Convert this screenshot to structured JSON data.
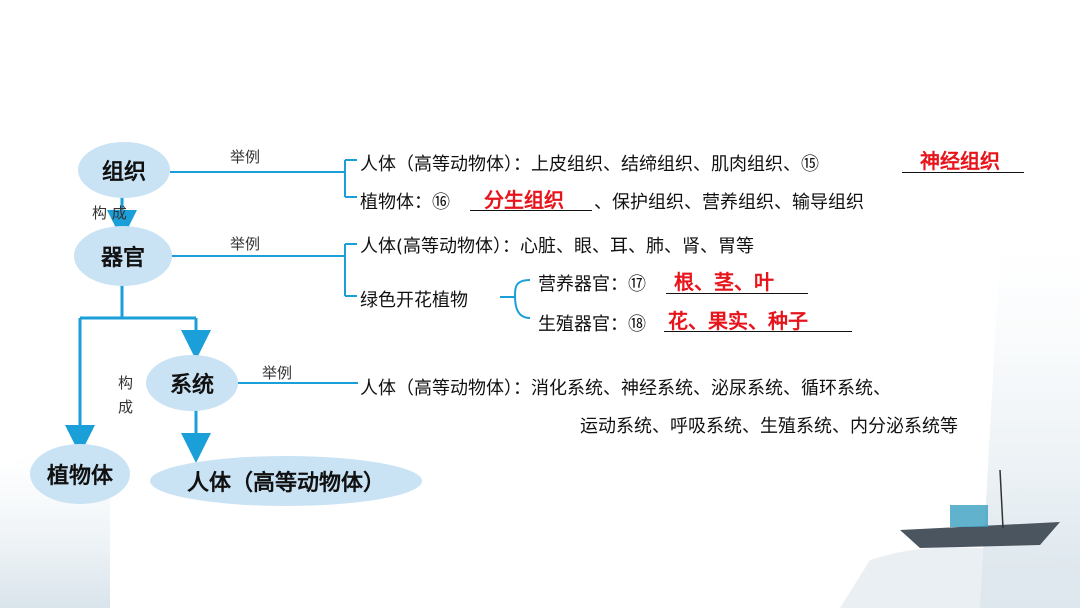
{
  "nodes": {
    "tissue": "组织",
    "organ": "器官",
    "system": "系统",
    "plant": "植物体",
    "human": "人体（高等动物体）"
  },
  "edge_labels": {
    "compose_1": "构 成",
    "compose_2a": "构",
    "compose_2b": "成",
    "example_1": "举例",
    "example_2": "举例",
    "example_3": "举例"
  },
  "tissue_examples": {
    "human_prefix": "人体（高等动物体）：上皮组织、结缔组织、肌肉组织、⑮",
    "human_answer": "神经组织",
    "plant_prefix": "植物体：⑯",
    "plant_answer": "分生组织",
    "plant_suffix": "、保护组织、营养组织、输导组织"
  },
  "organ_examples": {
    "human": "人体(高等动物体）：心脏、眼、耳、肺、肾、胃等",
    "flowering_plant": "绿色开花植物",
    "vegetative_prefix": "营养器官：⑰",
    "vegetative_answer": "根、茎、叶",
    "reproductive_prefix": "生殖器官：⑱",
    "reproductive_answer": "花、果实、种子"
  },
  "system_examples": {
    "line1": "人体（高等动物体）：消化系统、神经系统、泌尿系统、循环系统、",
    "line2": "运动系统、呼吸系统、生殖系统、内分泌系统等"
  },
  "colors": {
    "arrow": "#1a9fd8",
    "node_fill": "#c9e3f5",
    "answer": "#e8141b"
  }
}
